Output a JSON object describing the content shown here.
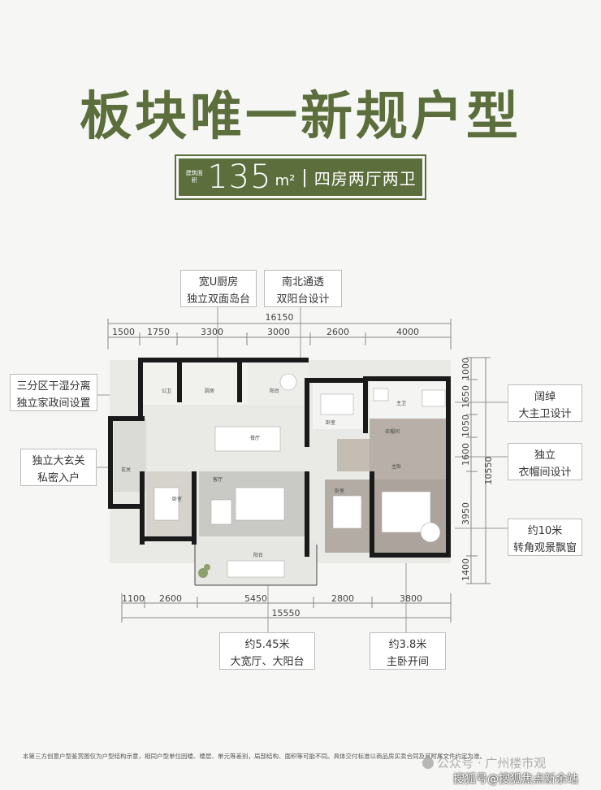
{
  "title": "板块唯一新规户型",
  "badge": {
    "area_label": "建筑面积",
    "area_value": "135",
    "area_unit": "m²",
    "separator": "|",
    "layout": "四房两厅两卫"
  },
  "callouts": {
    "kitchen": [
      "宽U厨房",
      "独立双面岛台"
    ],
    "balcony": [
      "南北通透",
      "双阳台设计"
    ],
    "dry_wet": [
      "三分区干湿分离",
      "独立家政间设置"
    ],
    "entrance": [
      "独立大玄关",
      "私密入户"
    ],
    "master_bath": [
      "阔绰",
      "大主卫设计"
    ],
    "cloakroom": [
      "独立",
      "衣帽间设计"
    ],
    "window": [
      "约10米",
      "转角观景飘窗"
    ],
    "living": [
      "约5.45米",
      "大宽厅、大阳台"
    ],
    "master_bed": [
      "约3.8米",
      "主卧开间"
    ]
  },
  "dimensions": {
    "top_total": "16150",
    "top": [
      "1500",
      "1750",
      "3300",
      "3000",
      "2600",
      "4000"
    ],
    "bottom_total": "15550",
    "bottom": [
      "1100",
      "2600",
      "5450",
      "2800",
      "3800"
    ],
    "right_total": "10550",
    "right": [
      "1000",
      "1650",
      "1050",
      "1600",
      "3950",
      "1400"
    ]
  },
  "rooms": {
    "bath_public": "公卫",
    "kitchen": "厨房",
    "balcony_north": "阳台",
    "dining": "餐厅",
    "entry": "玄关",
    "bed_sw": "卧室",
    "living": "客厅",
    "balcony_south": "阳台",
    "bed_north": "卧室",
    "cloak": "衣帽间",
    "master_bath": "主卫",
    "master": "主卧",
    "bed_mid": "卧室"
  },
  "disclaimer": "本第三方创意户型鉴赏图仅为户型结构示意，相同户型单位因楼、楼层、单元等差别，局部结构、面积等可能不同。具体交付标准以商品房买卖合同及其附属文件约定为准。",
  "watermark_top": "公众号 · 广州楼市观",
  "watermark_bottom": "搜狐号@搜狐焦点新余站",
  "colors": {
    "accent": "#5b6e3c"
  }
}
